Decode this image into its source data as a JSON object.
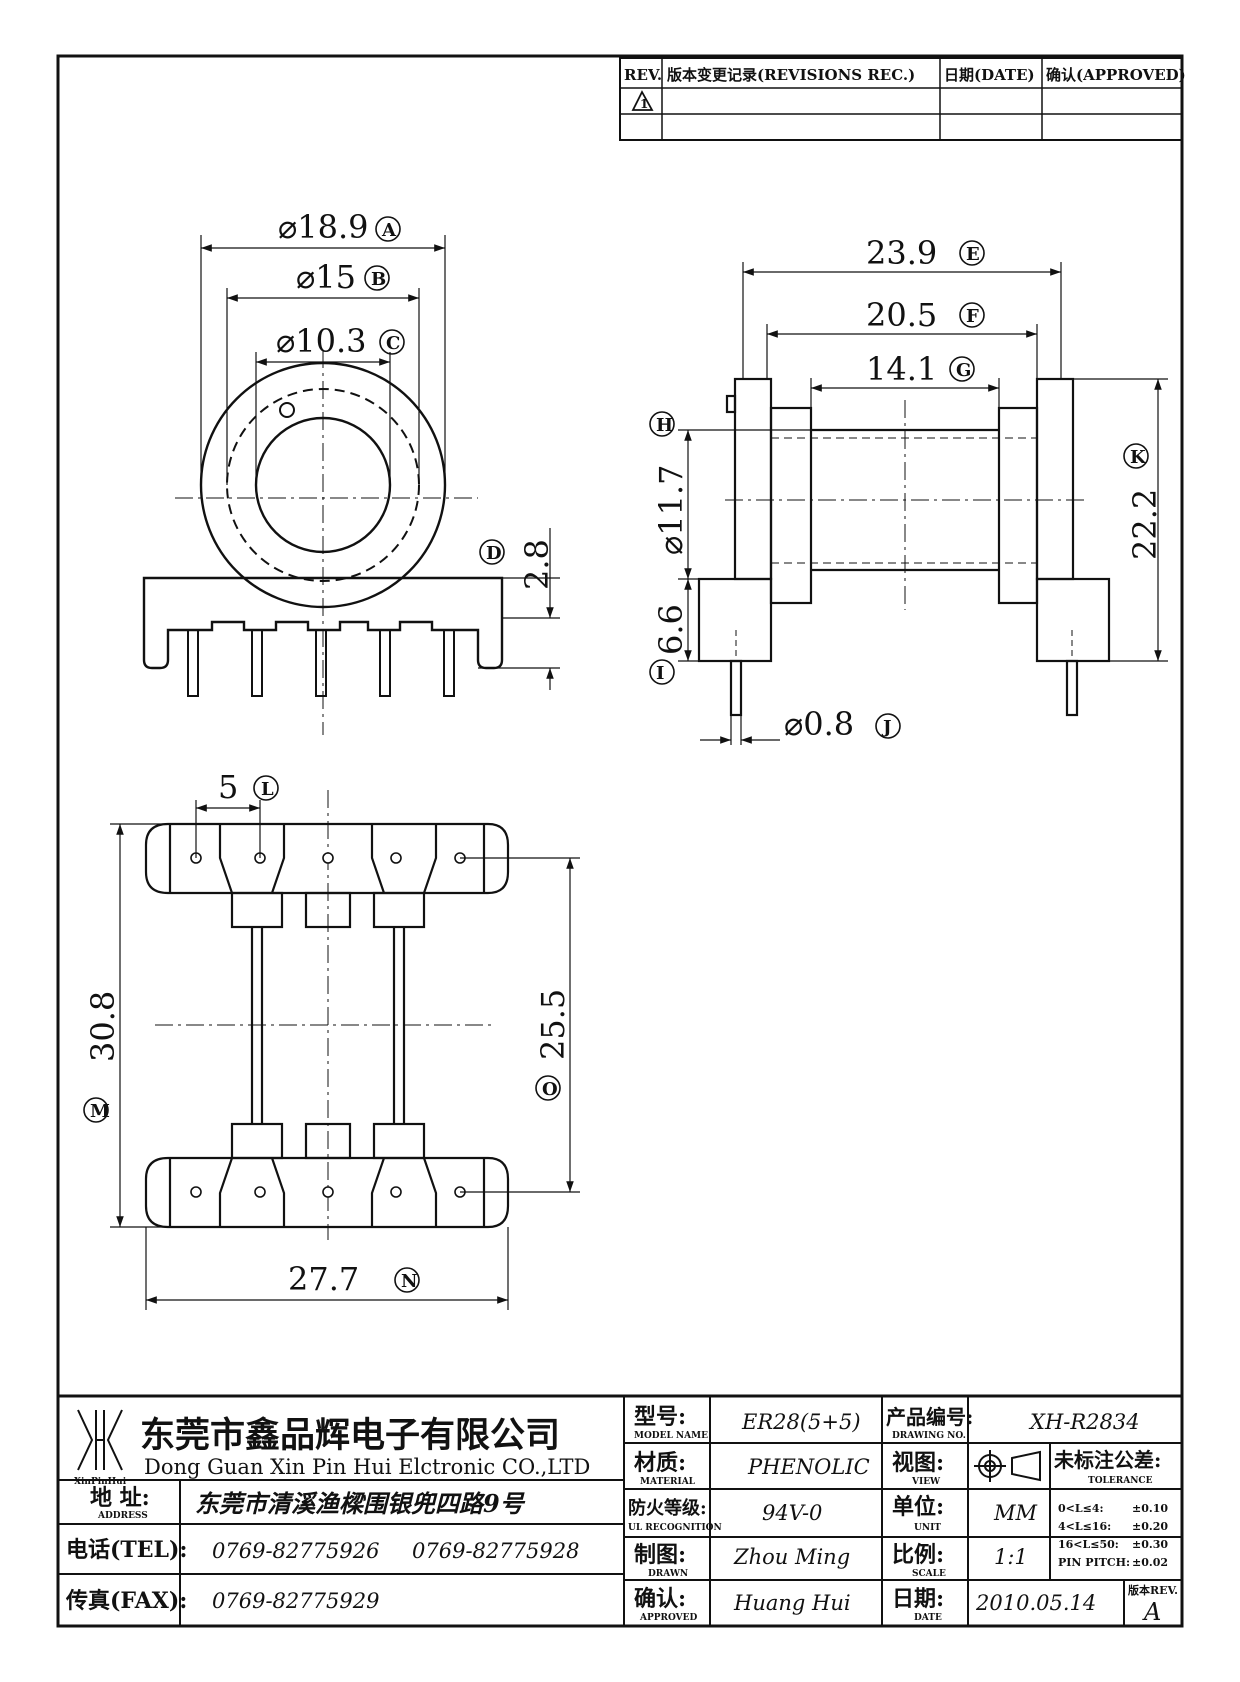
{
  "revision_table": {
    "rev_header": "REV.",
    "record_header": "版本变更记录(REVISIONS REC.)",
    "date_header": "日期(DATE)",
    "approved_header": "确认(APPROVED)",
    "first_rev": "1"
  },
  "dimensions": {
    "A": {
      "value": "⌀18.9",
      "tag": "A"
    },
    "B": {
      "value": "⌀15",
      "tag": "B"
    },
    "C": {
      "value": "⌀10.3",
      "tag": "C"
    },
    "D": {
      "value": "2.8",
      "tag": "D"
    },
    "E": {
      "value": "23.9",
      "tag": "E"
    },
    "F": {
      "value": "20.5",
      "tag": "F"
    },
    "G": {
      "value": "14.1",
      "tag": "G"
    },
    "H": {
      "value": "⌀11.7",
      "tag": "H"
    },
    "I": {
      "value": "6.6",
      "tag": "I"
    },
    "J": {
      "value": "⌀0.8",
      "tag": "J"
    },
    "K": {
      "value": "22.2",
      "tag": "K"
    },
    "L": {
      "value": "5",
      "tag": "L"
    },
    "M": {
      "value": "30.8",
      "tag": "M"
    },
    "N": {
      "value": "27.7",
      "tag": "N"
    },
    "O": {
      "value": "25.5",
      "tag": "O"
    }
  },
  "title_block": {
    "logo_text": "XinPinHui",
    "company_cn": "东莞市鑫品辉电子有限公司",
    "company_en": "Dong Guan Xin Pin Hui Elctronic CO.,LTD",
    "address_label": "地 址:",
    "address_sub": "ADDRESS",
    "address": "东莞市清溪渔樑围银兜四路9号",
    "tel_label": "电话(TEL):",
    "tel1": "0769-82775926",
    "tel2": "0769-82775928",
    "fax_label": "传真(FAX):",
    "fax": "0769-82775929",
    "model_label": "型号:",
    "model_sub": "MODEL NAME",
    "model": "ER28(5+5)",
    "material_label": "材质:",
    "material_sub": "MATERIAL",
    "material": "PHENOLIC",
    "flame_label": "防火等级:",
    "flame_sub": "UL RECOGNITION",
    "flame": "94V-0",
    "drawn_label": "制图:",
    "drawn_sub": "DRAWN",
    "drawn": "Zhou Ming",
    "approved_label": "确认:",
    "approved_sub": "APPROVED",
    "approved": "Huang Hui",
    "drawing_no_label": "产品编号:",
    "drawing_no_sub": "DRAWING NO.",
    "drawing_no": "XH-R2834",
    "view_label": "视图:",
    "view_sub": "VIEW",
    "unit_label": "单位:",
    "unit_sub": "UNIT",
    "unit": "MM",
    "scale_label": "比例:",
    "scale_sub": "SCALE",
    "scale": "1:1",
    "date_label": "日期:",
    "date_sub": "DATE",
    "date": "2010.05.14",
    "tolerance_label": "未标注公差:",
    "tolerance_sub": "TOLERANCE",
    "tolerances": [
      {
        "range": "0<L≤4:",
        "value": "±0.10"
      },
      {
        "range": "4<L≤16:",
        "value": "±0.20"
      },
      {
        "range": "16<L≤50:",
        "value": "±0.30"
      },
      {
        "range": "PIN PITCH:",
        "value": "±0.02"
      }
    ],
    "version_label": "版本REV.",
    "version": "A"
  }
}
